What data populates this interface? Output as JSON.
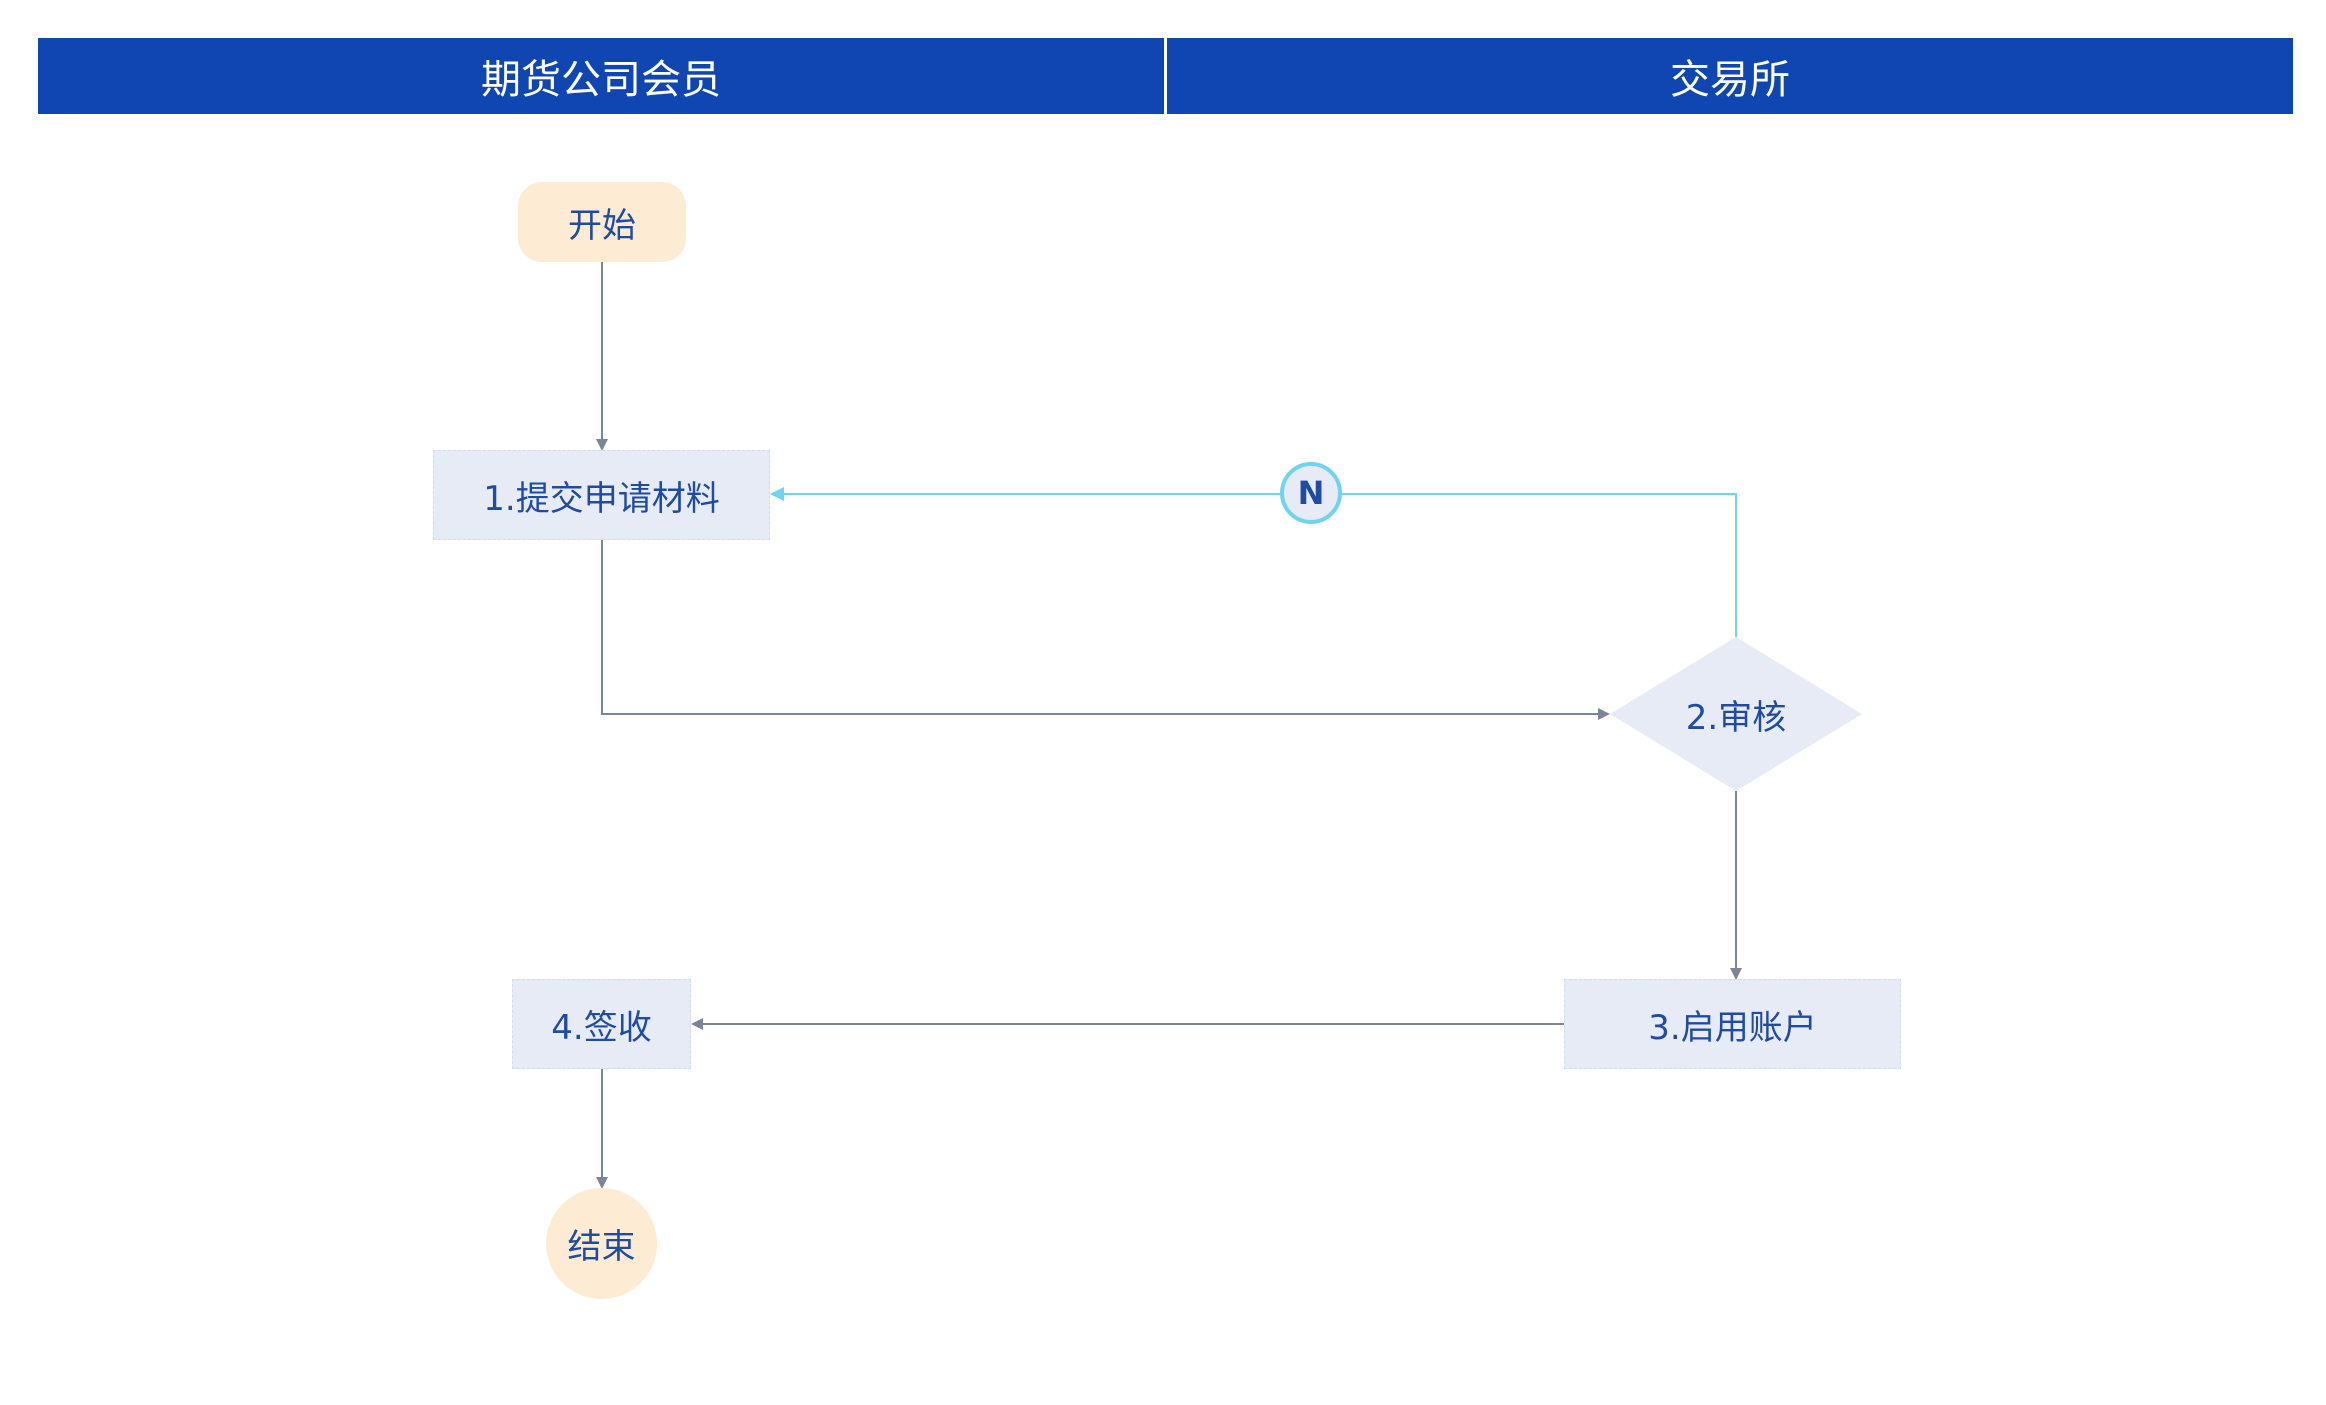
{
  "lanes": {
    "left_title": "期货公司会员",
    "right_title": "交易所"
  },
  "nodes": {
    "start": "开始",
    "submit": "1.提交申请材料",
    "review": "2.审核",
    "enable": "3.启用账户",
    "sign": "4.签收",
    "end": "结束"
  },
  "edges": {
    "reject_label": "N"
  },
  "colors": {
    "header": "#1046b2",
    "process_fill": "#e6ebf6",
    "terminal_fill": "#fdebd3",
    "text": "#1f4ba5",
    "connector": "#7a8597",
    "reject_connector": "#6fd3f2"
  }
}
